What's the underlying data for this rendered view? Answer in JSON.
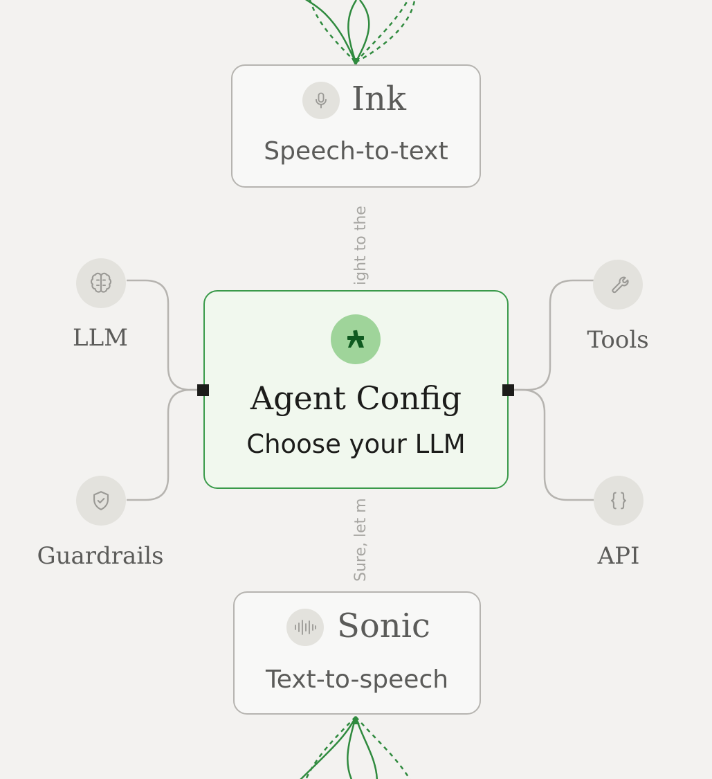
{
  "nodes": {
    "ink": {
      "title": "Ink",
      "subtitle": "Speech-to-text",
      "icon": "microphone-icon"
    },
    "agent": {
      "title": "Agent Config",
      "subtitle": "Choose your LLM",
      "icon": "agent-logo-icon"
    },
    "sonic": {
      "title": "Sonic",
      "subtitle": "Text-to-speech",
      "icon": "waveform-icon"
    }
  },
  "side_nodes": {
    "llm": {
      "label": "LLM",
      "icon": "brain-icon"
    },
    "guardrails": {
      "label": "Guardrails",
      "icon": "shield-check-icon"
    },
    "tools": {
      "label": "Tools",
      "icon": "wrench-icon"
    },
    "api": {
      "label": "API",
      "icon": "braces-icon"
    }
  },
  "edge_labels": {
    "top": "ight to the",
    "bottom": "Sure, let m"
  },
  "colors": {
    "background": "#f3f2f0",
    "node_border": "#b6b4b0",
    "accent_green": "#3a9a4a",
    "accent_green_dark": "#0f5a20",
    "active_fill": "#f1f8ee",
    "icon_bg": "#e3e2dd",
    "text": "#5b5b59",
    "text_dark": "#1c1c1a"
  }
}
